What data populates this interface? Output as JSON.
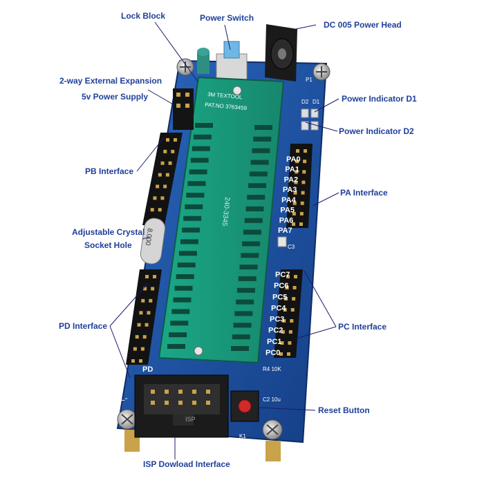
{
  "callouts": {
    "lock_block": "Lock Block",
    "power_switch": "Power Switch",
    "dc_power_head": "DC 005 Power Head",
    "ext_expansion_line1": "2-way External Expansion",
    "ext_expansion_line2": "5v Power Supply",
    "power_indicator_d1": "Power Indicator D1",
    "power_indicator_d2": "Power Indicator D2",
    "pb_interface": "PB Interface",
    "pa_interface": "PA Interface",
    "crystal_line1": "Adjustable Crystal",
    "crystal_line2": "Socket Hole",
    "pd_interface": "PD Interface",
    "pc_interface": "PC Interface",
    "reset_button": "Reset Button",
    "isp_interface": "ISP Dowload Interface"
  },
  "board": {
    "pa_pins": [
      "PA0",
      "PA1",
      "PA2",
      "PA3",
      "PA4",
      "PA5",
      "PA6",
      "PA7"
    ],
    "pc_pins": [
      "PC7",
      "PC6",
      "PC5",
      "PC4",
      "PC3",
      "PC2",
      "PC1",
      "PC0"
    ],
    "pd_label": "PD",
    "socket_brand": "3M TEXTOOL",
    "socket_patent": "PAT.NO 3763459",
    "socket_part": "240-3345",
    "crystal_text": "8.000",
    "r4_label": "R4 10K",
    "c2_label": "C2 10u",
    "k1_label": "K1",
    "c3_label": "C3",
    "board_prefix": "YL-",
    "isp_header_text": "ISP",
    "d_labels": [
      "D2",
      "D1"
    ],
    "p1_label": "P1"
  },
  "colors": {
    "pcb": "#1f56a8",
    "socket": "#1d9a7c",
    "callout_text": "#1f3f99",
    "leader": "#1a1a6a"
  }
}
